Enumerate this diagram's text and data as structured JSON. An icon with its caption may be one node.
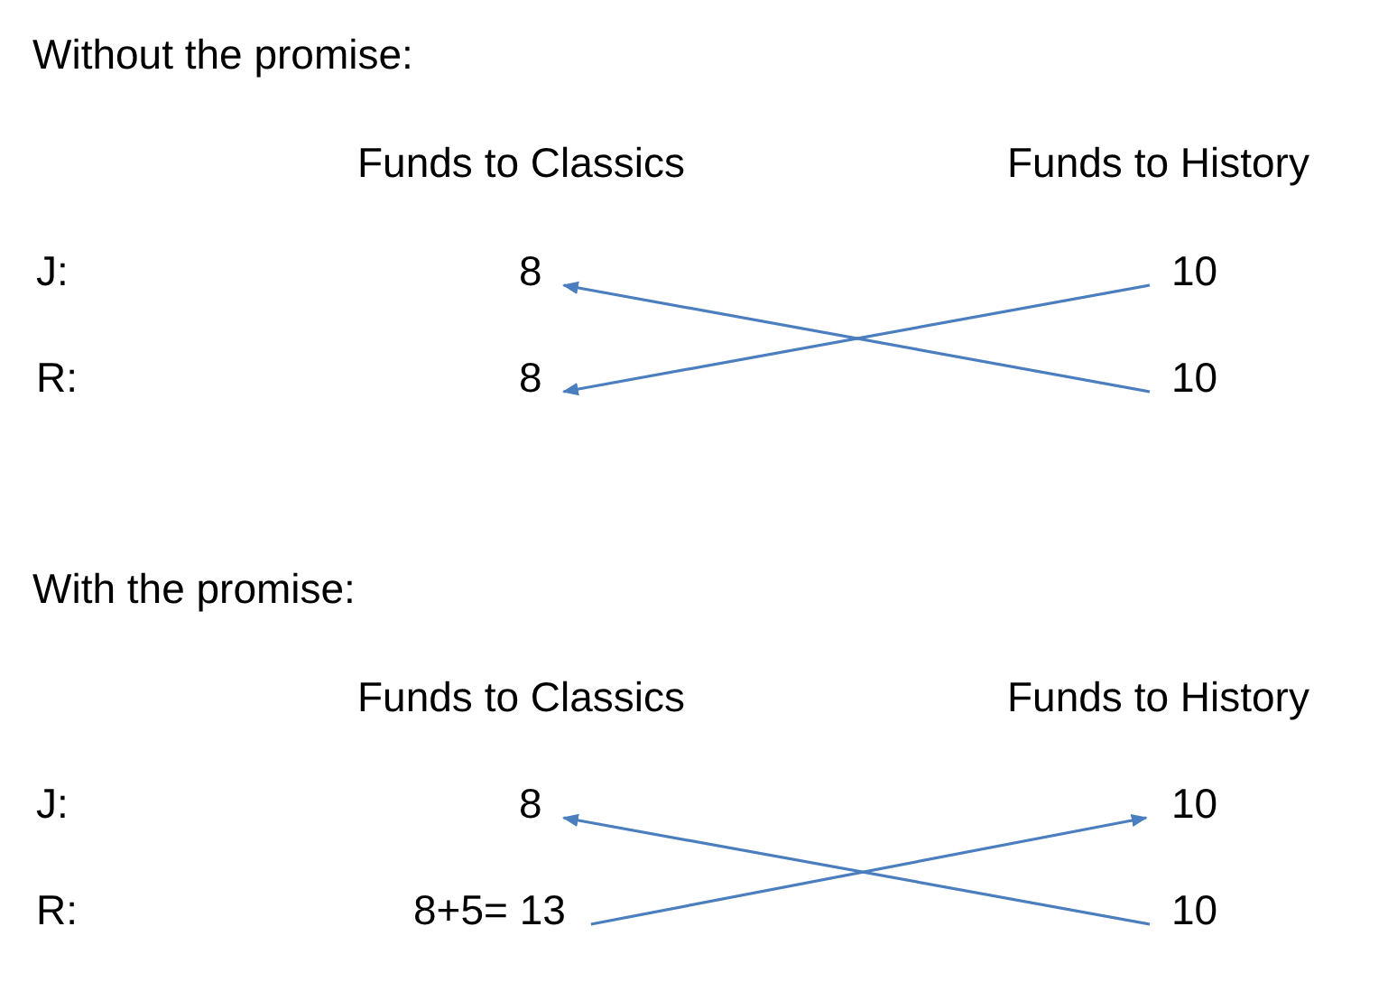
{
  "diagram": {
    "nodes": [
      {
        "text": [
          "8"
        ]
      },
      {
        "text": [
          "10"
        ]
      },
      {
        "text": [
          "8"
        ]
      },
      {
        "text": [
          "10"
        ]
      },
      {
        "text": [
          "8"
        ]
      },
      {
        "text": [
          "10"
        ]
      },
      {
        "text": [
          "8+5= 13"
        ]
      },
      {
        "text": [
          "10"
        ]
      }
    ],
    "edges": [
      {
        "from": 1,
        "to": 2,
        "arrow": "to"
      },
      {
        "from": 3,
        "to": 0,
        "arrow": "to"
      },
      {
        "from": 7,
        "to": 4,
        "arrow": "to"
      },
      {
        "from": 6,
        "to": 5,
        "arrow": "to"
      }
    ],
    "labels": [
      "Without the promise:",
      "Funds to Classics",
      "Funds to History",
      "J:",
      "R:",
      "With the promise:",
      "Funds to Classics",
      "Funds to History",
      "J:",
      "R:"
    ]
  }
}
